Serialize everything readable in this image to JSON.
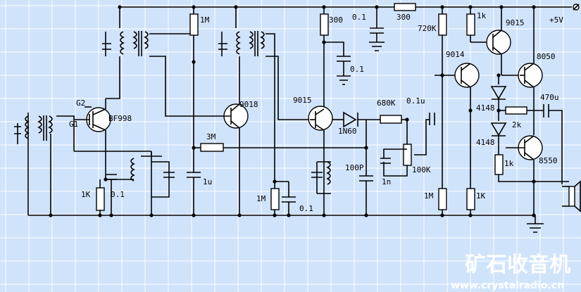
{
  "components": {
    "q_bf998": "BF998",
    "g2": "G2",
    "g1": "G1",
    "q_9018": "9018",
    "q_9015a": "9015",
    "q_9015b": "9015",
    "q_9014": "9014",
    "q_8050": "8050",
    "q_8550": "8550",
    "d_1n60": "1N60",
    "d_4148a": "4148",
    "d_4148b": "4148",
    "r_1m_top": "1M",
    "r_300_top": "300",
    "r_300_h": "300",
    "r_720k": "720K",
    "r_1k_top": "1k",
    "r_3m": "3M",
    "r_680k": "680K",
    "r_100k": "100K",
    "r_1k_left": "1K",
    "r_1m_mid": "1M",
    "r_1m_right": "1M",
    "r_1k_right": "1K",
    "r_2k": "2k",
    "r_1k_bottom": "1k",
    "c_01_top": "0.1",
    "c_01_mid": "0.1",
    "c_01_left": "0.1",
    "c_01_low": "0.1",
    "c_1u": "1u",
    "c_01u": "0.1u",
    "c_100p": "100P",
    "c_1n": "1n",
    "c_470u": "470u",
    "supply": "+5V"
  },
  "watermark": {
    "title": "矿石收音机",
    "url": "www.crystalradio.cn"
  },
  "colors": {
    "background": "#cfe3fb",
    "grid": "#ffffff",
    "wire": "#000000"
  }
}
